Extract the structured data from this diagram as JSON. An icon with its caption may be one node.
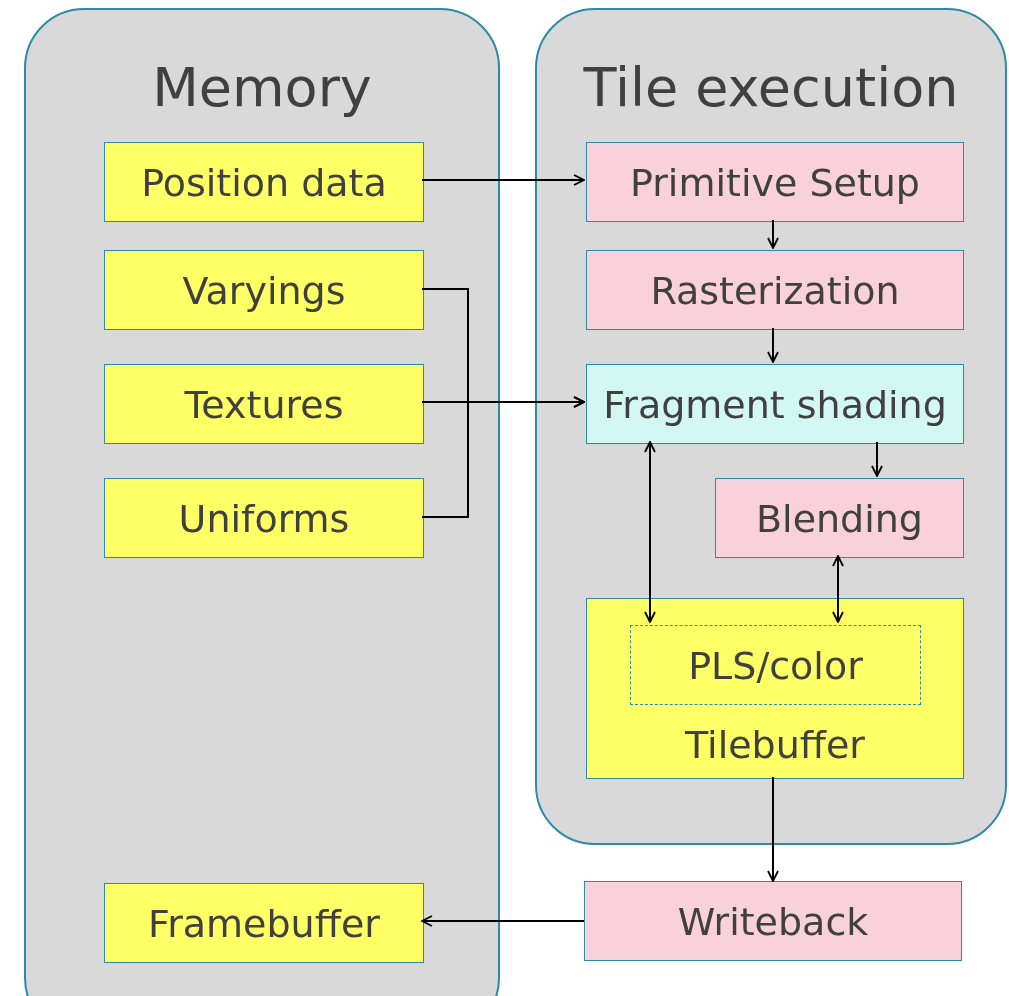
{
  "diagram": {
    "nodes": [
      {
        "text": [
          "Memory"
        ]
      },
      {
        "text": [
          "Position data"
        ],
        "in": 0
      },
      {
        "text": [
          "Varyings"
        ],
        "in": 0
      },
      {
        "text": [
          "Textures"
        ],
        "in": 0
      },
      {
        "text": [
          "Uniforms"
        ],
        "in": 0
      },
      {
        "text": [
          "Framebuffer"
        ],
        "in": 0
      },
      {
        "text": [
          "Tile execution"
        ]
      },
      {
        "text": [
          "Primitive Setup"
        ],
        "in": 6
      },
      {
        "text": [
          "Rasterization"
        ],
        "in": 6
      },
      {
        "text": [
          "Fragment shading"
        ],
        "in": 6
      },
      {
        "text": [
          "Blending"
        ],
        "in": 6
      },
      {
        "text": [
          "Tilebuffer"
        ],
        "in": 6
      },
      {
        "text": [
          "PLS/color"
        ],
        "in": 11
      },
      {
        "text": [
          "Writeback"
        ]
      }
    ],
    "edges": [
      {
        "from": 1,
        "to": 7,
        "arrow": "to"
      },
      {
        "from": 2,
        "to": 9,
        "arrow": "to"
      },
      {
        "from": 3,
        "to": 9,
        "arrow": "to"
      },
      {
        "from": 4,
        "to": 9,
        "arrow": "to"
      },
      {
        "from": 7,
        "to": 8,
        "arrow": "to"
      },
      {
        "from": 8,
        "to": 9,
        "arrow": "to"
      },
      {
        "from": 9,
        "to": 10,
        "arrow": "to"
      },
      {
        "from": 9,
        "to": 12,
        "arrow": "both"
      },
      {
        "from": 10,
        "to": 12,
        "arrow": "both"
      },
      {
        "from": 11,
        "to": 13,
        "arrow": "to"
      },
      {
        "from": 13,
        "to": 5,
        "arrow": "to"
      }
    ]
  }
}
